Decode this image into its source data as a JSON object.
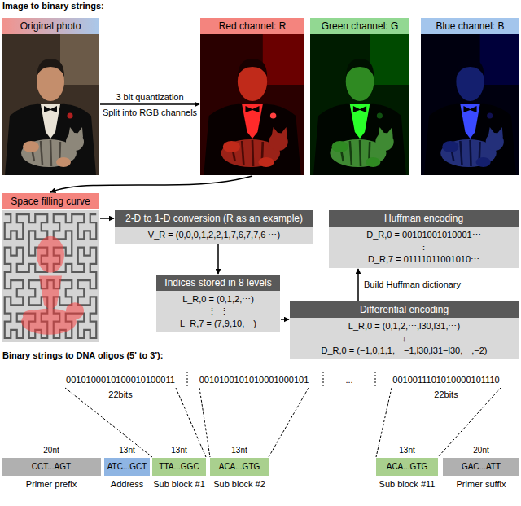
{
  "diagram": {
    "nodes": [
      {
        "text": [
          "Original photo"
        ]
      },
      {
        "text": [
          "Red channel: R"
        ]
      },
      {
        "text": [
          "Green channel: G"
        ]
      },
      {
        "text": [
          "Blue channel: B"
        ]
      },
      {
        "text": [
          "Space filling curve"
        ]
      },
      {
        "text": [
          "2-D to 1-D conversion (R as an example)",
          "V_R = (0,0,0,1,2,2,1,7,6,7,7,6 ⋯)"
        ]
      },
      {
        "text": [
          "Huffman encoding",
          "D_R,0 = 00101001010001⋯",
          "⋮",
          "D_R,7 = 01111011001010⋯"
        ]
      },
      {
        "text": [
          "Indices stored in 8 levels",
          "L_R,0 = (0,1,2,⋯)",
          "⋮ ⋮",
          "L_R,7 = (7,9,10,⋯)"
        ]
      },
      {
        "text": [
          "Differential encoding",
          "L_R,0 = (0,1,2,⋯,l30,l31,⋯)",
          "↓",
          "D_R,0 = (−1,0,1,1,⋯−1,l30,l31−l30,⋯,−2)"
        ]
      },
      {
        "text": [
          "CCT...AGT"
        ]
      },
      {
        "text": [
          "ATC...GCT"
        ]
      },
      {
        "text": [
          "TTA...GGC"
        ]
      },
      {
        "text": [
          "ACA...GTG"
        ]
      },
      {
        "text": [
          "ACA...GTG"
        ]
      },
      {
        "text": [
          "GAC...ATT"
        ]
      }
    ],
    "edges": [
      {
        "from": 0,
        "to": 1,
        "arrow": "to",
        "label": "3 bit quantization"
      },
      {
        "from": 1,
        "to": 4,
        "arrow": "to"
      },
      {
        "from": 4,
        "to": 5,
        "arrow": "to"
      },
      {
        "from": 5,
        "to": 7,
        "arrow": "to"
      },
      {
        "from": 7,
        "to": 8,
        "arrow": "to"
      },
      {
        "from": 8,
        "to": 6,
        "arrow": "to",
        "label": "Build Huffman dictionary"
      }
    ],
    "labels": [
      "Image to binary strings:",
      "Split into RGB channels",
      "Binary strings to DNA oligos (5' to 3'):",
      "0010100010100010100011",
      "22bits",
      "0010100101010001000101",
      "...",
      "0010011101010000101110",
      "22bits",
      "20nt",
      "13nt",
      "13nt",
      "13nt",
      "13nt",
      "20nt",
      "Primer prefix",
      "Address",
      "Sub block #1",
      "Sub block #2",
      "Sub block #11",
      "Primer suffix"
    ]
  }
}
